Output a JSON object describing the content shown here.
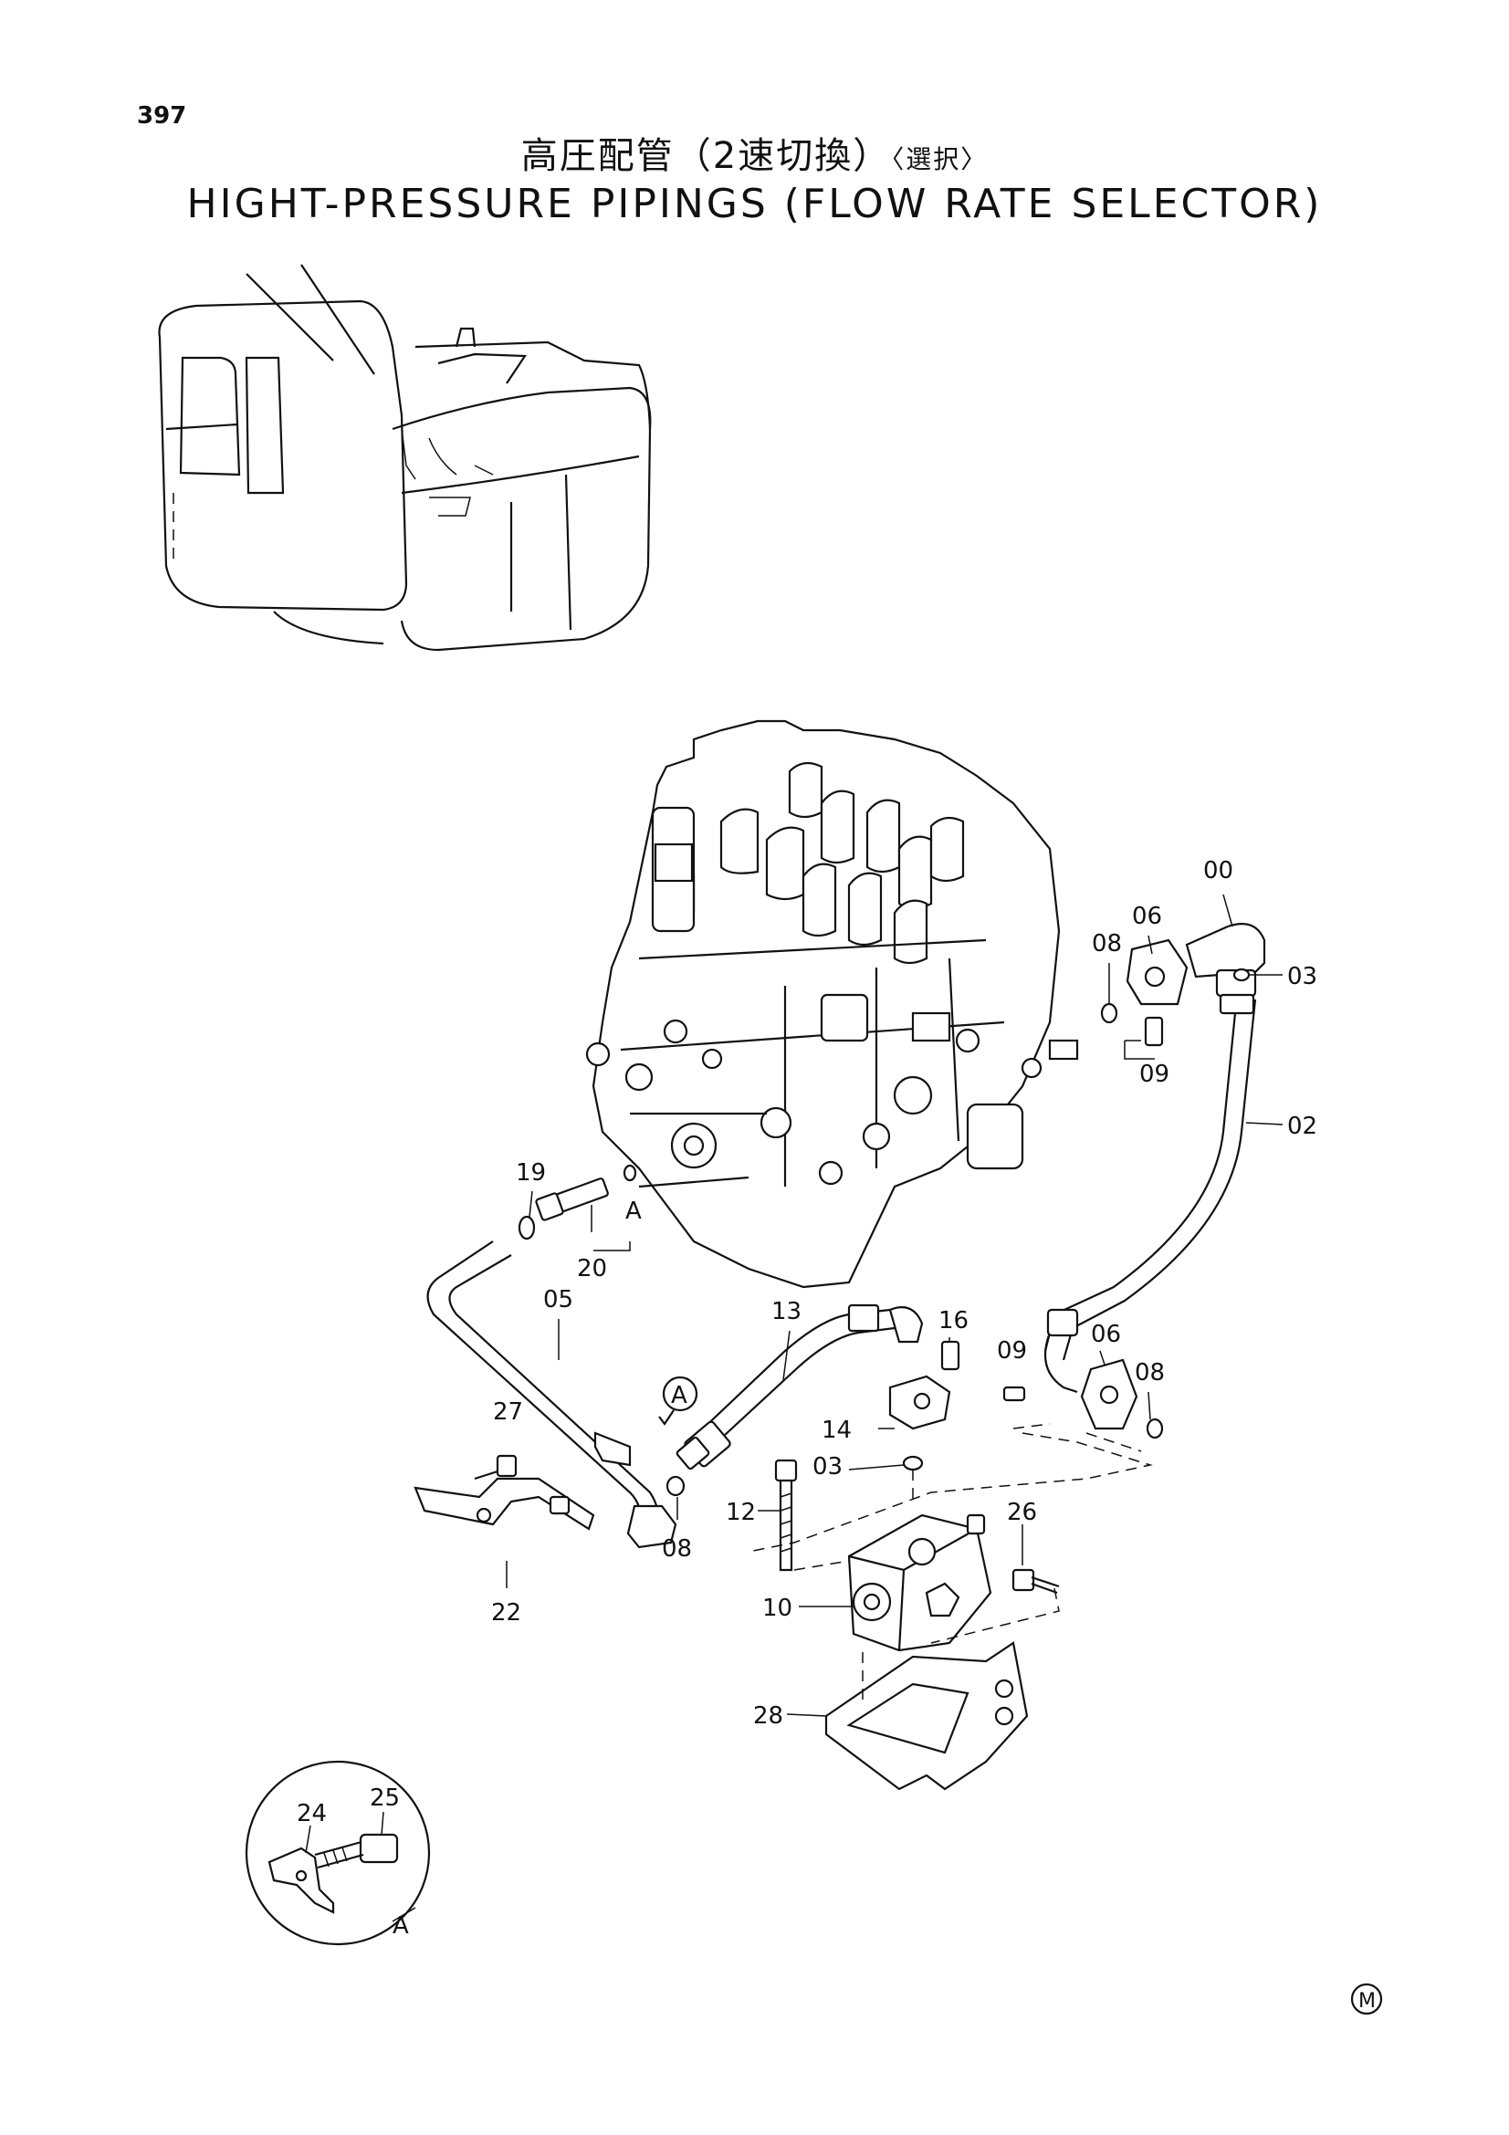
{
  "page_number": "397",
  "title_jp": "高圧配管（2速切換）",
  "title_jp_sub": "〈選択〉",
  "title_en": "HIGHT-PRESSURE PIPINGS (FLOW RATE SELECTOR)",
  "part_labels": {
    "p00": "00",
    "p06a": "06",
    "p08a": "08",
    "p03a": "03",
    "p09a": "09",
    "p02": "02",
    "p19": "19",
    "pA1": "A",
    "p20": "20",
    "p05": "05",
    "p13": "13",
    "p16": "16",
    "p09b": "09",
    "p06b": "06",
    "p08b": "08",
    "p27": "27",
    "pA2": "A",
    "p14": "14",
    "p03b": "03",
    "p08c": "08",
    "p12": "12",
    "p26": "26",
    "p22": "22",
    "p10": "10",
    "p28": "28",
    "p25": "25",
    "p24": "24",
    "pA3": "A"
  },
  "mark": "M"
}
